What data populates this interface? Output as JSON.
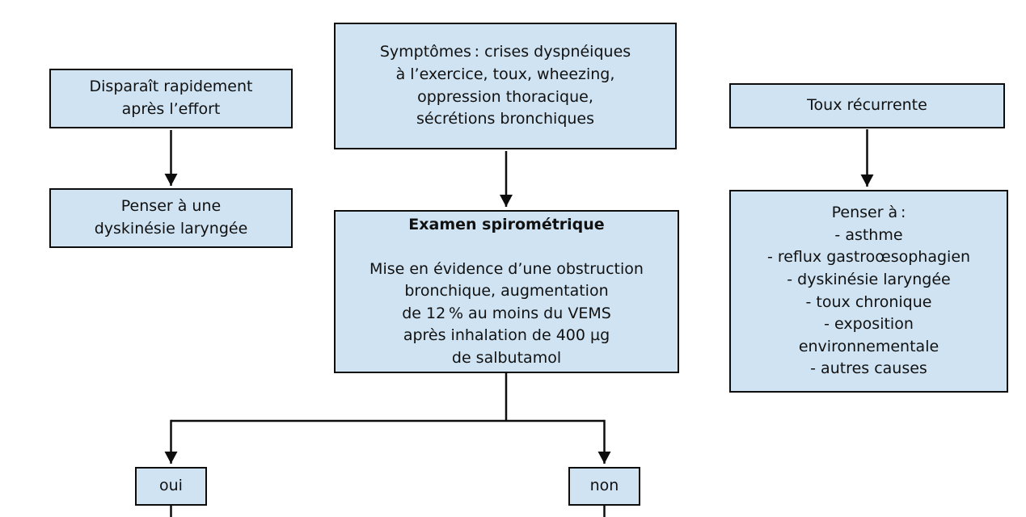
{
  "diagram": {
    "boxes": {
      "disparait": {
        "text": "Disparaît rapidement\naprès l’effort"
      },
      "dyskinesie": {
        "text": "Penser à une\ndyskinésie laryngée"
      },
      "symptomes": {
        "text": "Symptômes : crises dyspnéiques\nà l’exercice, toux, wheezing,\noppression thoracique,\nsécrétions bronchiques"
      },
      "examen": {
        "title": "Examen spirométrique",
        "body": "Mise en évidence d’une obstruction\nbronchique, augmentation\nde 12 % au moins du VEMS\naprès inhalation de 400 µg\nde salbutamol"
      },
      "toux": {
        "text": "Toux récurrente"
      },
      "penser": {
        "text": "Penser à :\n- asthme\n- reflux gastroœsophagien\n- dyskinésie laryngée\n- toux chronique\n- exposition\nenvironnementale\n- autres causes"
      },
      "oui": {
        "text": "oui"
      },
      "non": {
        "text": "non"
      }
    },
    "colors": {
      "background": "#ffffff",
      "box_fill": "#cfe3f2",
      "box_border": "#0d0d0d",
      "arrow": "#0d0d0d",
      "text": "#111111"
    }
  }
}
